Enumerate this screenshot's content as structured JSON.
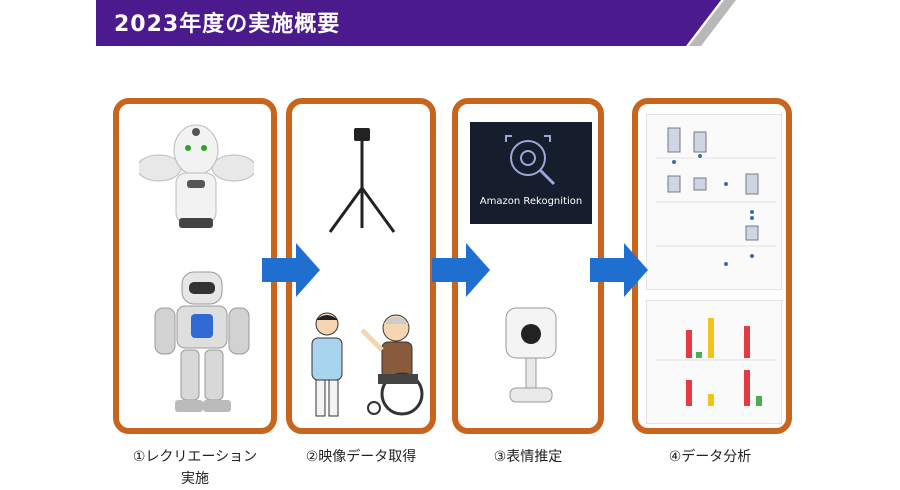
{
  "header": {
    "title": "2023年度の実施概要"
  },
  "steps": [
    {
      "label_line1": "①レクリエーション",
      "label_line2": "実施"
    },
    {
      "label": "②映像データ取得"
    },
    {
      "label": "③表情推定"
    },
    {
      "label": "④データ分析"
    }
  ],
  "rekognition": {
    "label": "Amazon Rekognition"
  },
  "colors": {
    "banner": "#4b1a8c",
    "card_border": "#c8641c",
    "arrow": "#1f6fd1",
    "rekognition_bg": "#161e2d"
  },
  "icons": [
    "robot-orihime-icon",
    "humanoid-robot-icon",
    "tripod-icon",
    "caregiver-icon",
    "wheelchair-elder-icon",
    "camera-icon",
    "chart-icon"
  ]
}
